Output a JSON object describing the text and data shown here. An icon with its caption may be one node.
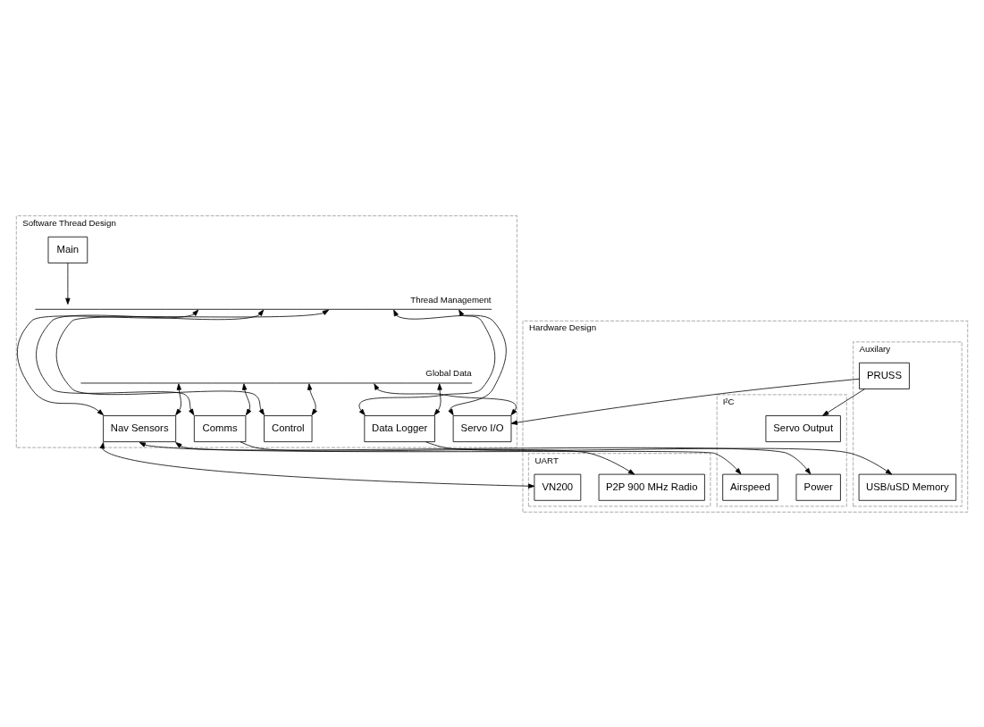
{
  "diagram": {
    "nodes": [
      {
        "text": [
          "Software Thread Design"
        ]
      },
      {
        "text": [
          "Main"
        ],
        "in": 0
      },
      {
        "text": [
          "Thread Management"
        ],
        "in": 0
      },
      {
        "text": [
          "Global Data"
        ],
        "in": 0
      },
      {
        "text": [
          "Nav Sensors"
        ],
        "in": 0
      },
      {
        "text": [
          "Comms"
        ],
        "in": 0
      },
      {
        "text": [
          "Control"
        ],
        "in": 0
      },
      {
        "text": [
          "Servo I/O"
        ],
        "in": 0
      },
      {
        "text": [
          "Data Logger"
        ],
        "in": 0
      },
      {
        "text": [
          "Hardware Design"
        ]
      },
      {
        "text": [
          "UART"
        ],
        "in": 9
      },
      {
        "text": [
          "VN200"
        ],
        "in": 10
      },
      {
        "text": [
          "P2P 900 MHz Radio"
        ],
        "in": 10
      },
      {
        "text": [
          "Auxilary"
        ],
        "in": 9
      },
      {
        "text": [
          "PRUSS"
        ],
        "in": 13
      },
      {
        "text": [
          "USB/uSD Memory"
        ],
        "in": 13
      },
      {
        "text": [
          "I²C"
        ],
        "in": 9
      },
      {
        "text": [
          "Airspeed"
        ],
        "in": 16
      },
      {
        "text": [
          "Power"
        ],
        "in": 16
      },
      {
        "text": [
          "Servo Output"
        ],
        "in": 16
      }
    ],
    "edges": [
      {
        "from": 1,
        "to": 2,
        "arrow": "to"
      },
      {
        "from": 4,
        "to": 2,
        "arrow": "both"
      },
      {
        "from": 4,
        "to": 3,
        "arrow": "both"
      },
      {
        "from": 5,
        "to": 2,
        "arrow": "both"
      },
      {
        "from": 5,
        "to": 3,
        "arrow": "both"
      },
      {
        "from": 6,
        "to": 2,
        "arrow": "both"
      },
      {
        "from": 6,
        "to": 3,
        "arrow": "both"
      },
      {
        "from": 7,
        "to": 2,
        "arrow": "both"
      },
      {
        "from": 7,
        "to": 3,
        "arrow": "both"
      },
      {
        "from": 8,
        "to": 2,
        "arrow": "both"
      },
      {
        "from": 8,
        "to": 3,
        "arrow": "both"
      },
      {
        "from": 4,
        "to": 11,
        "arrow": "both"
      },
      {
        "from": 4,
        "to": 17,
        "arrow": "both"
      },
      {
        "from": 4,
        "to": 18,
        "arrow": "both"
      },
      {
        "from": 5,
        "to": 12,
        "arrow": "to"
      },
      {
        "from": 14,
        "to": 7,
        "arrow": "to"
      },
      {
        "from": 14,
        "to": 19,
        "arrow": "to"
      },
      {
        "from": 8,
        "to": 15,
        "arrow": "to"
      }
    ]
  }
}
